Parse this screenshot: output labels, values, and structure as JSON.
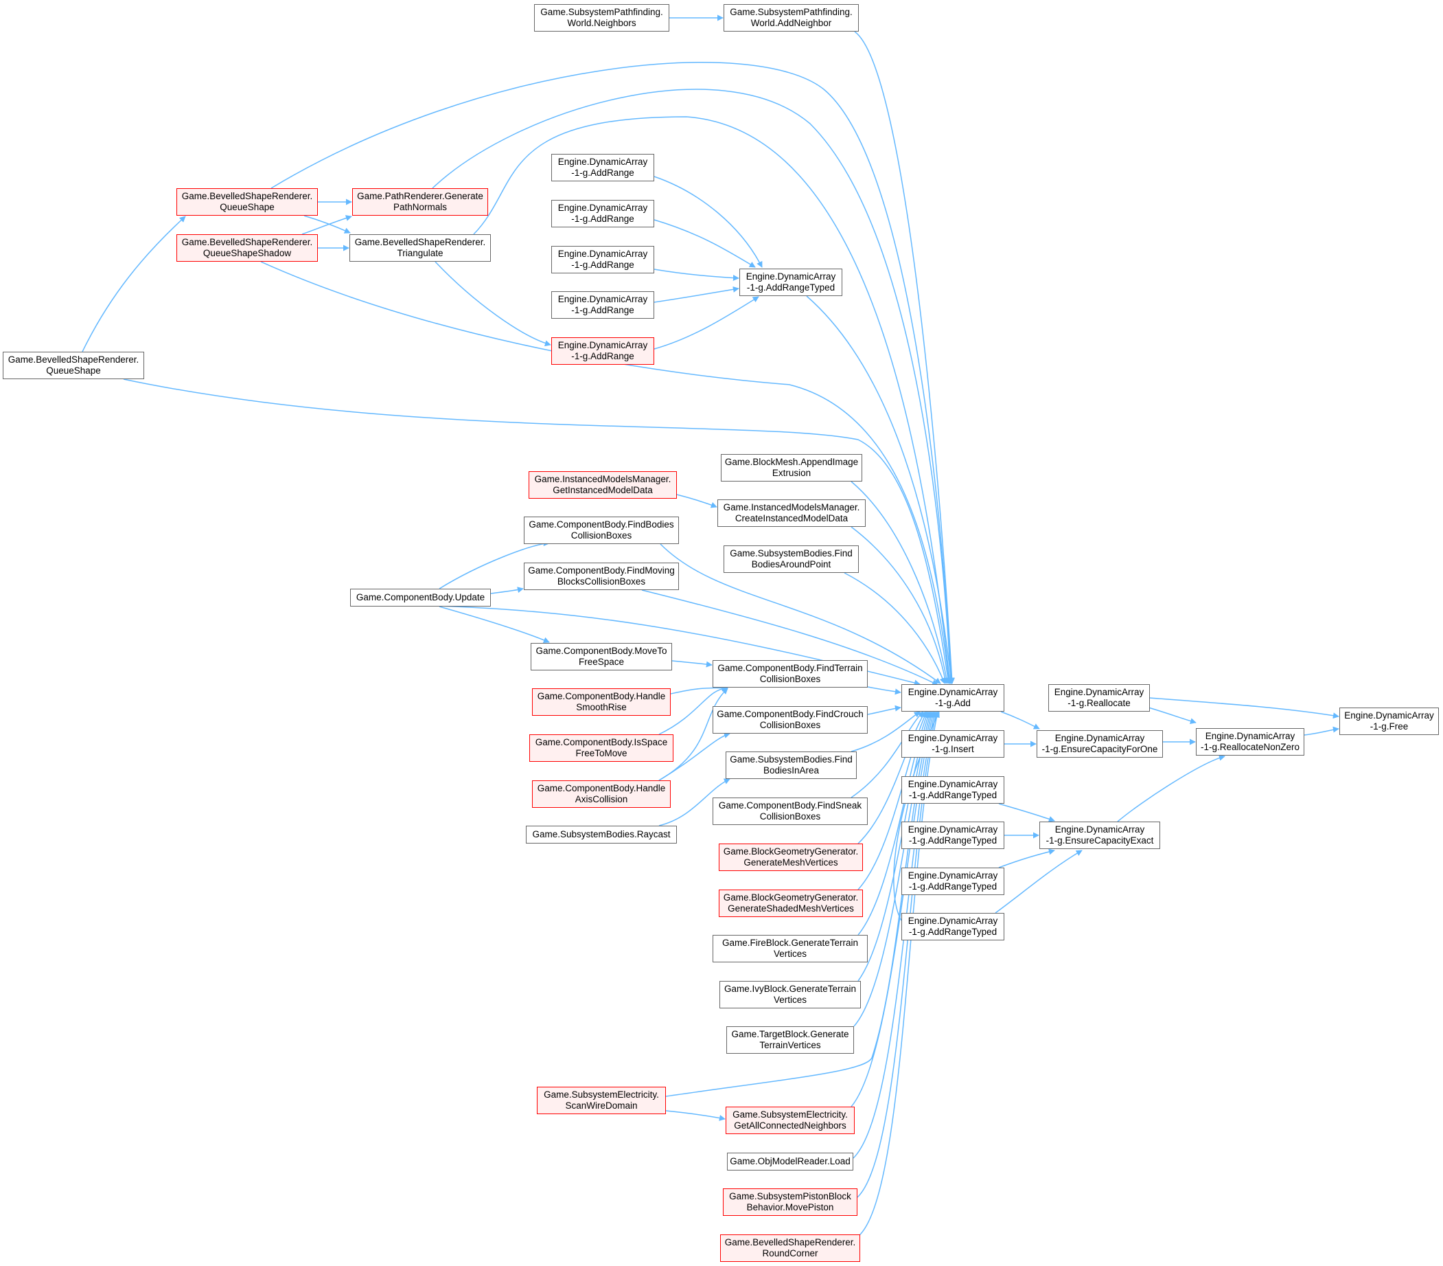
{
  "colors": {
    "edge": "#63b8ff",
    "border": "#666666",
    "red_border": "#ff0000",
    "red_fill": "#fff0f0",
    "focus_fill": "#999999"
  },
  "nodes": {
    "free": {
      "l1": "Engine.DynamicArray",
      "l2": "-1-g.Free",
      "style": "focus"
    },
    "reallocnz": {
      "l1": "Engine.DynamicArray",
      "l2": "-1-g.ReallocateNonZero",
      "style": "normal"
    },
    "realloc": {
      "l1": "Engine.DynamicArray",
      "l2": "-1-g.Reallocate",
      "style": "normal"
    },
    "ensone": {
      "l1": "Engine.DynamicArray",
      "l2": "-1-g.EnsureCapacityForOne",
      "style": "normal"
    },
    "ensexact": {
      "l1": "Engine.DynamicArray",
      "l2": "-1-g.EnsureCapacityExact",
      "style": "normal"
    },
    "add": {
      "l1": "Engine.DynamicArray",
      "l2": "-1-g.Add",
      "style": "normal"
    },
    "insert": {
      "l1": "Engine.DynamicArray",
      "l2": "-1-g.Insert",
      "style": "normal"
    },
    "art1": {
      "l1": "Engine.DynamicArray",
      "l2": "-1-g.AddRangeTyped",
      "style": "normal"
    },
    "art2": {
      "l1": "Engine.DynamicArray",
      "l2": "-1-g.AddRangeTyped",
      "style": "normal"
    },
    "art3": {
      "l1": "Engine.DynamicArray",
      "l2": "-1-g.AddRangeTyped",
      "style": "normal"
    },
    "art4": {
      "l1": "Engine.DynamicArray",
      "l2": "-1-g.AddRangeTyped",
      "style": "normal"
    },
    "addnb": {
      "l1": "Game.SubsystemPathfinding.",
      "l2": "World.AddNeighbor",
      "style": "normal"
    },
    "nbs": {
      "l1": "Game.SubsystemPathfinding.",
      "l2": "World.Neighbors",
      "style": "normal"
    },
    "artmid": {
      "l1": "Engine.DynamicArray",
      "l2": "-1-g.AddRangeTyped",
      "style": "normal"
    },
    "ar1": {
      "l1": "Engine.DynamicArray",
      "l2": "-1-g.AddRange",
      "style": "normal"
    },
    "ar2": {
      "l1": "Engine.DynamicArray",
      "l2": "-1-g.AddRange",
      "style": "normal"
    },
    "ar3": {
      "l1": "Engine.DynamicArray",
      "l2": "-1-g.AddRange",
      "style": "normal"
    },
    "ar4": {
      "l1": "Engine.DynamicArray",
      "l2": "-1-g.AddRange",
      "style": "normal"
    },
    "ar5": {
      "l1": "Engine.DynamicArray",
      "l2": "-1-g.AddRange",
      "style": "red"
    },
    "qs": {
      "l1": "Game.BevelledShapeRenderer.",
      "l2": "QueueShape",
      "style": "red"
    },
    "qss": {
      "l1": "Game.BevelledShapeRenderer.",
      "l2": "QueueShapeShadow",
      "style": "red"
    },
    "pathnorm": {
      "l1": "Game.PathRenderer.Generate",
      "l2": "PathNormals",
      "style": "red"
    },
    "tri": {
      "l1": "Game.BevelledShapeRenderer.",
      "l2": "Triangulate",
      "style": "normal"
    },
    "qs2": {
      "l1": "Game.BevelledShapeRenderer.",
      "l2": "QueueShape",
      "style": "normal"
    },
    "appendimg": {
      "l1": "Game.BlockMesh.AppendImage",
      "l2": "Extrusion",
      "style": "normal"
    },
    "createinst": {
      "l1": "Game.InstancedModelsManager.",
      "l2": "CreateInstancedModelData",
      "style": "normal"
    },
    "getinst": {
      "l1": "Game.InstancedModelsManager.",
      "l2": "GetInstancedModelData",
      "style": "red"
    },
    "findaround": {
      "l1": "Game.SubsystemBodies.Find",
      "l2": "BodiesAroundPoint",
      "style": "normal"
    },
    "findbodies": {
      "l1": "Game.ComponentBody.FindBodies",
      "l2": "CollisionBoxes",
      "style": "normal"
    },
    "findmoving": {
      "l1": "Game.ComponentBody.FindMoving",
      "l2": "BlocksCollisionBoxes",
      "style": "normal"
    },
    "update": {
      "l1": "Game.ComponentBody.Update",
      "l2": "",
      "style": "normal"
    },
    "findterrain": {
      "l1": "Game.ComponentBody.FindTerrain",
      "l2": "CollisionBoxes",
      "style": "normal"
    },
    "moveto": {
      "l1": "Game.ComponentBody.MoveTo",
      "l2": "FreeSpace",
      "style": "normal"
    },
    "handlerise": {
      "l1": "Game.ComponentBody.Handle",
      "l2": "SmoothRise",
      "style": "red"
    },
    "isspace": {
      "l1": "Game.ComponentBody.IsSpace",
      "l2": "FreeToMove",
      "style": "red"
    },
    "handleaxis": {
      "l1": "Game.ComponentBody.Handle",
      "l2": "AxisCollision",
      "style": "red"
    },
    "findcrouch": {
      "l1": "Game.ComponentBody.FindCrouch",
      "l2": "CollisionBoxes",
      "style": "normal"
    },
    "findinarea": {
      "l1": "Game.SubsystemBodies.Find",
      "l2": "BodiesInArea",
      "style": "normal"
    },
    "raycast": {
      "l1": "Game.SubsystemBodies.Raycast",
      "l2": "",
      "style": "normal"
    },
    "findsneak": {
      "l1": "Game.ComponentBody.FindSneak",
      "l2": "CollisionBoxes",
      "style": "normal"
    },
    "genmesh": {
      "l1": "Game.BlockGeometryGenerator.",
      "l2": "GenerateMeshVertices",
      "style": "red"
    },
    "genshaded": {
      "l1": "Game.BlockGeometryGenerator.",
      "l2": "GenerateShadedMeshVertices",
      "style": "red"
    },
    "fireblock": {
      "l1": "Game.FireBlock.GenerateTerrain",
      "l2": "Vertices",
      "style": "normal"
    },
    "ivyblock": {
      "l1": "Game.IvyBlock.GenerateTerrain",
      "l2": "Vertices",
      "style": "normal"
    },
    "targetblock": {
      "l1": "Game.TargetBlock.Generate",
      "l2": "TerrainVertices",
      "style": "normal"
    },
    "scanwire": {
      "l1": "Game.SubsystemElectricity.",
      "l2": "ScanWireDomain",
      "style": "red"
    },
    "getallconn": {
      "l1": "Game.SubsystemElectricity.",
      "l2": "GetAllConnectedNeighbors",
      "style": "red"
    },
    "objload": {
      "l1": "Game.ObjModelReader.Load",
      "l2": "",
      "style": "normal"
    },
    "piston": {
      "l1": "Game.SubsystemPistonBlock",
      "l2": "Behavior.MovePiston",
      "style": "red"
    },
    "roundcorner": {
      "l1": "Game.BevelledShapeRenderer.",
      "l2": "RoundCorner",
      "style": "red"
    }
  }
}
